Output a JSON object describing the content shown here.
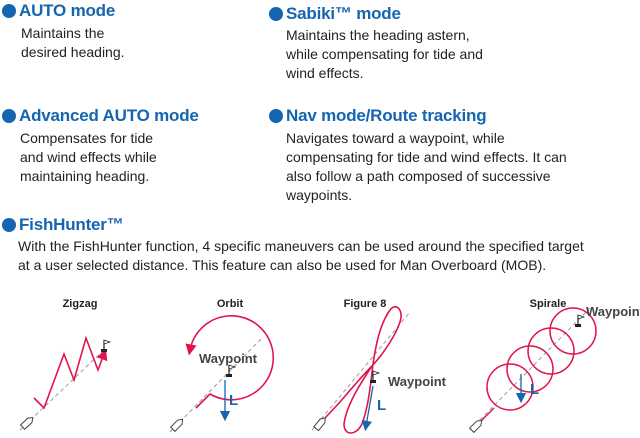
{
  "sections": {
    "auto": {
      "title": "AUTO mode",
      "description": "Maintains the\ndesired heading."
    },
    "sabiki": {
      "title": "Sabiki™ mode",
      "description": "Maintains the heading astern,\nwhile compensating for tide and\nwind effects."
    },
    "advanced_auto": {
      "title": "Advanced AUTO mode",
      "description": "Compensates for tide\nand wind effects while\nmaintaining heading."
    },
    "nav": {
      "title": "Nav mode/Route tracking",
      "description": "Navigates toward a waypoint, while\ncompensating for tide and wind effects. It can\nalso follow a path composed of successive\nwaypoints."
    },
    "fishhunter": {
      "title": "FishHunter™",
      "description": "With the FishHunter function, 4 specific maneuvers can be used around the specified target\nat a user selected distance. This feature can also be used for Man Overboard (MOB)."
    }
  },
  "figures": {
    "zigzag": {
      "title": "Zigzag"
    },
    "orbit": {
      "title": "Orbit",
      "waypoint_label": "Waypoint",
      "distance_label": "L"
    },
    "figure8": {
      "title": "Figure 8",
      "waypoint_label": "Waypoint",
      "distance_label": "L"
    },
    "spirale": {
      "title": "Spirale",
      "waypoint_label": "Waypoint",
      "distance_label": "L"
    }
  },
  "colors": {
    "heading_blue": "#1565b0",
    "path_red": "#e0154b",
    "guide_gray": "#9a9a9a"
  },
  "icons": [
    "bullet-dot",
    "boat-icon",
    "waypoint-flag-icon"
  ]
}
